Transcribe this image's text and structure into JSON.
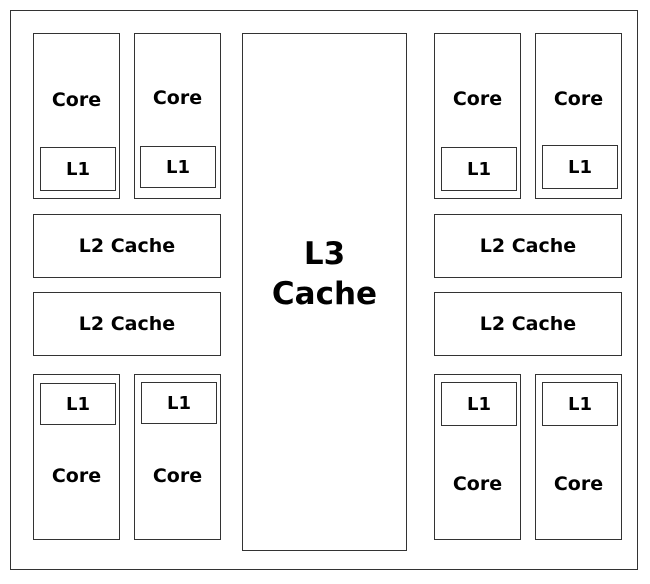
{
  "diagram": {
    "core_label": "Core",
    "l1_label": "L1",
    "l2_label": "L2 Cache",
    "l3_label": "L3\nCache"
  }
}
